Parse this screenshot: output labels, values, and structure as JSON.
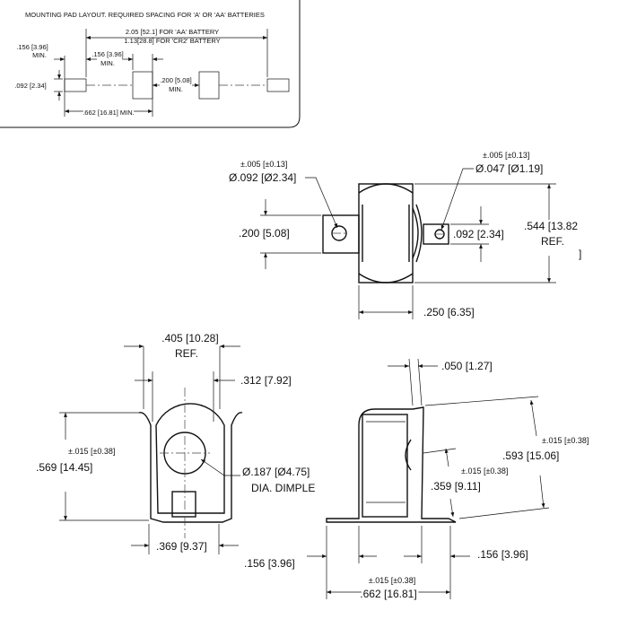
{
  "pad_layout": {
    "title": "MOUNTING PAD LAYOUT.  REQUIRED SPACING FOR 'A' OR 'AA' BATTERIES",
    "aa_spacing": "2.05 [52.1] FOR 'AA' BATTERY",
    "cr2_spacing": "1.13[28.8] FOR 'CR2' BATTERY",
    "pad_width_outer": ".156 [3.96]",
    "pad_width_outer_min": "MIN.",
    "pad_width_inner": ".156 [3.96]",
    "pad_width_inner_min": "MIN.",
    "pad_height": ".092 [2.34]",
    "pad_gap": ".200 [5.08]",
    "pad_gap_min": "MIN.",
    "pad_span": ".662 [16.81] MIN."
  },
  "top_view": {
    "hole_left_tol": "±.005 [±0.13]",
    "hole_left_dia": "Ø.092 [Ø2.34]",
    "hole_right_tol": "±.005 [±0.13]",
    "hole_right_dia": "Ø.047 [Ø1.19]",
    "tab_height": ".200 [5.08]",
    "tab_right_height": ".092 [2.34]",
    "overall_height": ".544 [13.82",
    "overall_height_ref": "REF.",
    "overall_height_bracket": "]",
    "tab_length": ".250 [6.35]"
  },
  "front_view": {
    "width_ref": ".405 [10.28]",
    "width_ref_label": "REF.",
    "inner_width": ".312 [7.92]",
    "height_tol": "±.015 [±0.38]",
    "height": ".569 [14.45]",
    "dimple_dia": "Ø.187 [Ø4.75]",
    "dimple_label": "DIA. DIMPLE",
    "base_width": ".369 [9.37]"
  },
  "side_view": {
    "thickness": ".050 [1.27]",
    "height_tol": "±.015 [±0.38]",
    "height": ".593 [15.06]",
    "dimple_tol": "±.015 [±0.38]",
    "dimple_height": ".359 [9.11]",
    "foot_left": ".156 [3.96]",
    "foot_right": ".156 [3.96]",
    "span_tol": "±.015 [±0.38]",
    "span": ".662 [16.81]"
  },
  "colors": {
    "ink": "#111111",
    "paper": "#ffffff",
    "hatch": "#555555"
  }
}
